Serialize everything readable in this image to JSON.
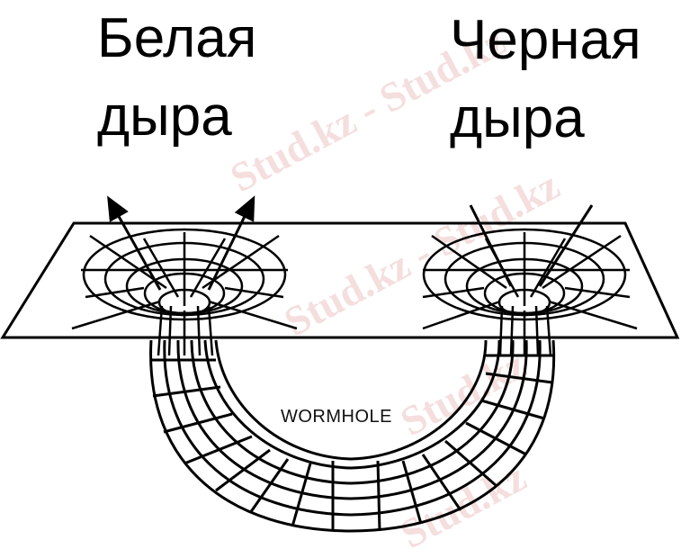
{
  "diagram": {
    "labels": {
      "white_hole": {
        "line1": "Белая",
        "line2": "дыра"
      },
      "black_hole": {
        "line1": "Черная",
        "line2": "дыра"
      },
      "wormhole": "WORMHOLE"
    },
    "watermarks": [
      "Stud.kz - Stud.kz",
      "Stud.kz - Stud.kz",
      "Stud.kz",
      "Stud.kz"
    ],
    "colors": {
      "line": "#000000",
      "background": "#ffffff",
      "watermark": "#e9b8b8"
    }
  }
}
